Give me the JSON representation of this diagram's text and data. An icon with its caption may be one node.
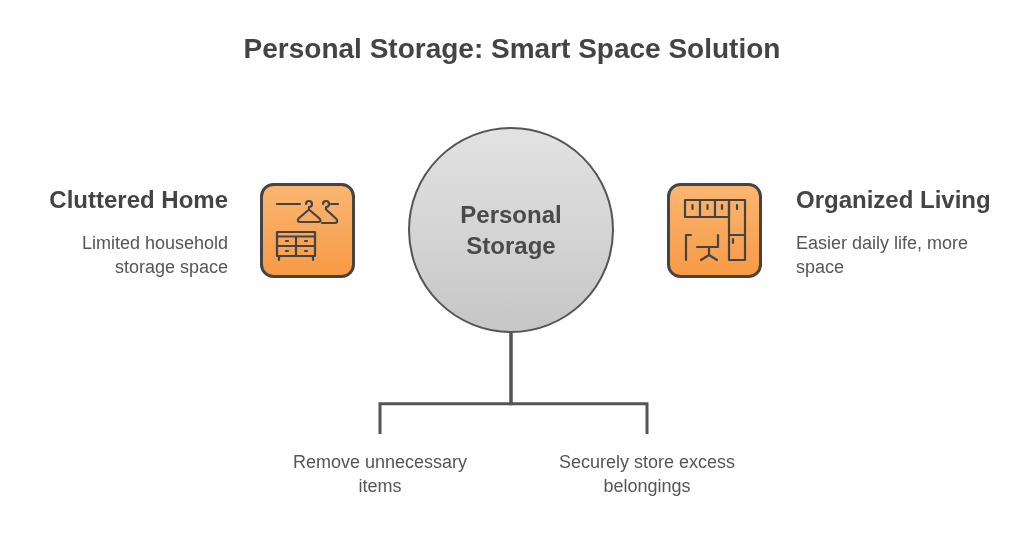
{
  "diagram": {
    "title": "Personal Storage: Smart Space Solution",
    "nodes": [
      {
        "text": [
          "Cluttered Home",
          "Limited household storage space"
        ]
      },
      {
        "text": [
          "Personal Storage"
        ]
      },
      {
        "text": [
          "Organized Living",
          "Easier daily life, more space"
        ]
      },
      {
        "text": [
          "Remove unnecessary items"
        ]
      },
      {
        "text": [
          "Securely store excess belongings"
        ]
      }
    ],
    "edges": [
      {
        "from": 1,
        "to": 3,
        "arrow": "none"
      },
      {
        "from": 1,
        "to": 4,
        "arrow": "none"
      }
    ]
  }
}
